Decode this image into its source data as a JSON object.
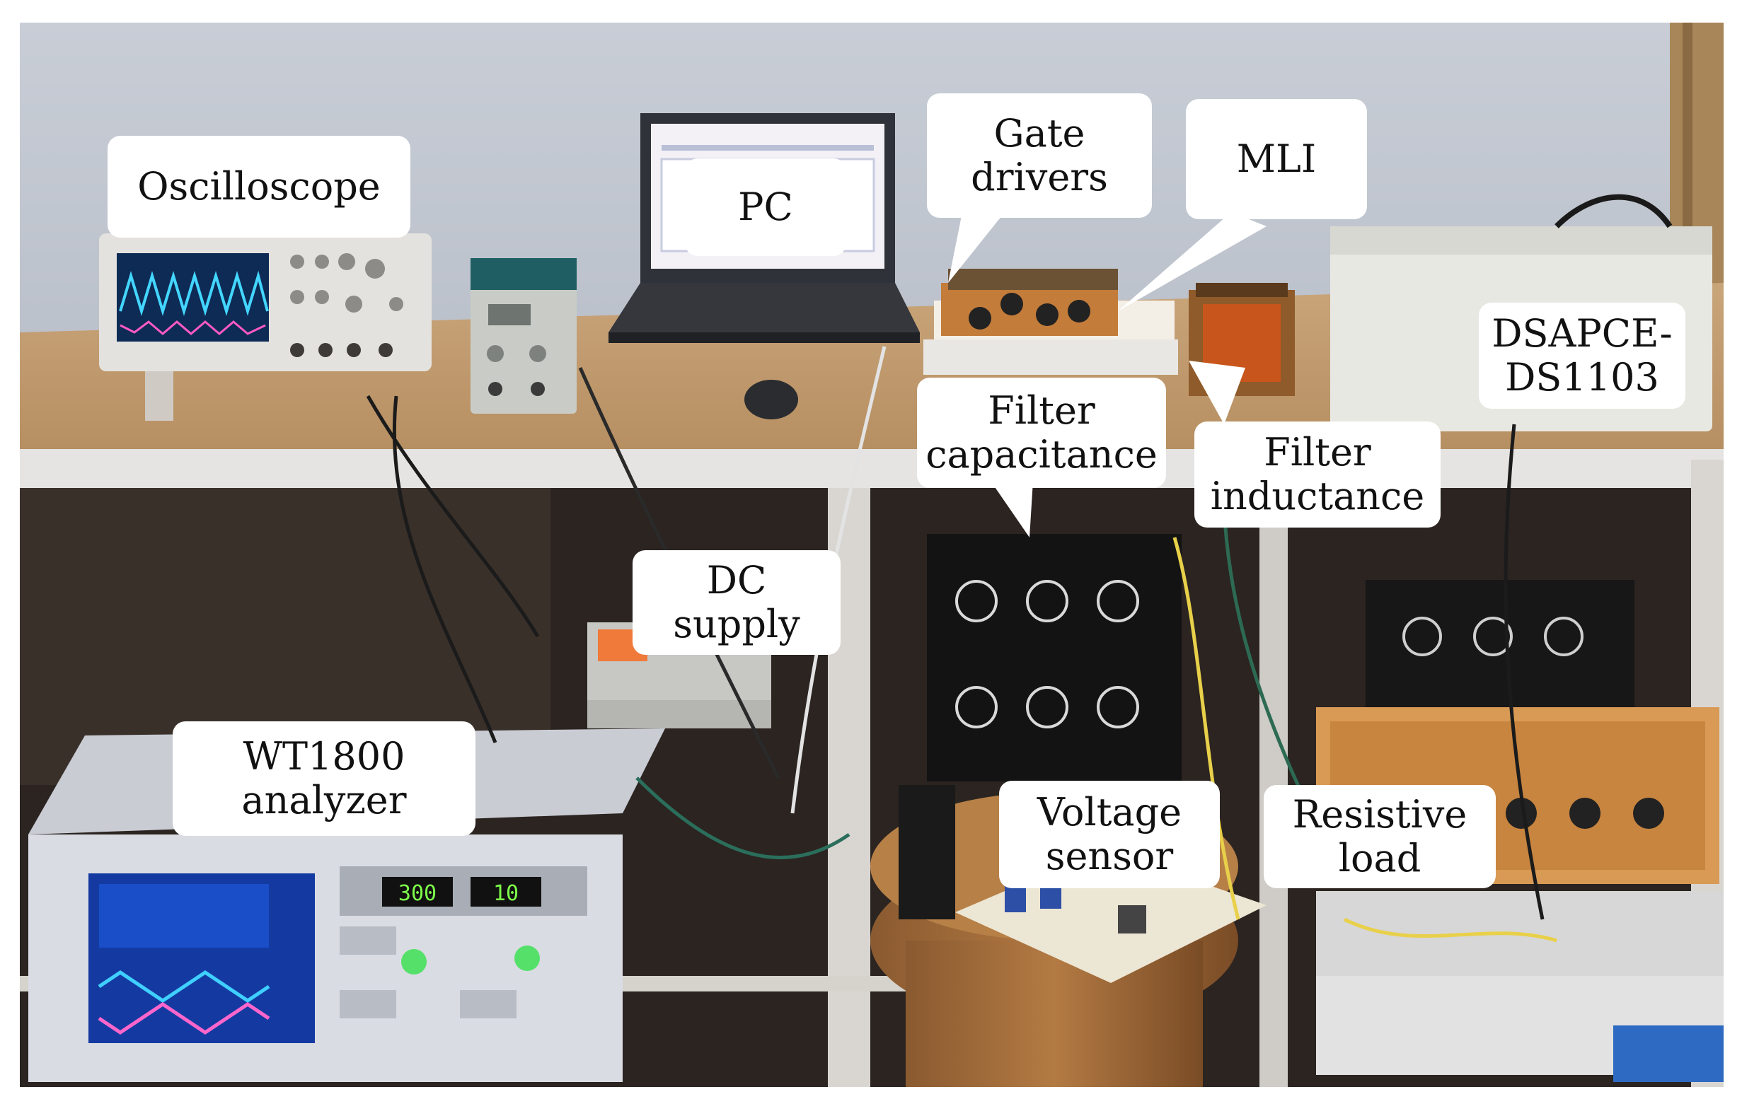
{
  "labels": {
    "oscilloscope": [
      "Oscilloscope"
    ],
    "pc": [
      "PC"
    ],
    "gate_drivers": [
      "Gate",
      "drivers"
    ],
    "mli": [
      "MLI"
    ],
    "dsapce": [
      "DSAPCE-",
      "DS1103"
    ],
    "filter_capacitance": [
      "Filter",
      "capacitance"
    ],
    "filter_inductance": [
      "Filter",
      "inductance"
    ],
    "dc_supply": [
      "DC",
      "supply"
    ],
    "wt1800": [
      "WT1800",
      "analyzer"
    ],
    "voltage_sensor": [
      "Voltage",
      "sensor"
    ],
    "resistive_load": [
      "Resistive",
      "load"
    ]
  },
  "analyzer_display": {
    "readout_left": "300",
    "readout_right": "10"
  }
}
